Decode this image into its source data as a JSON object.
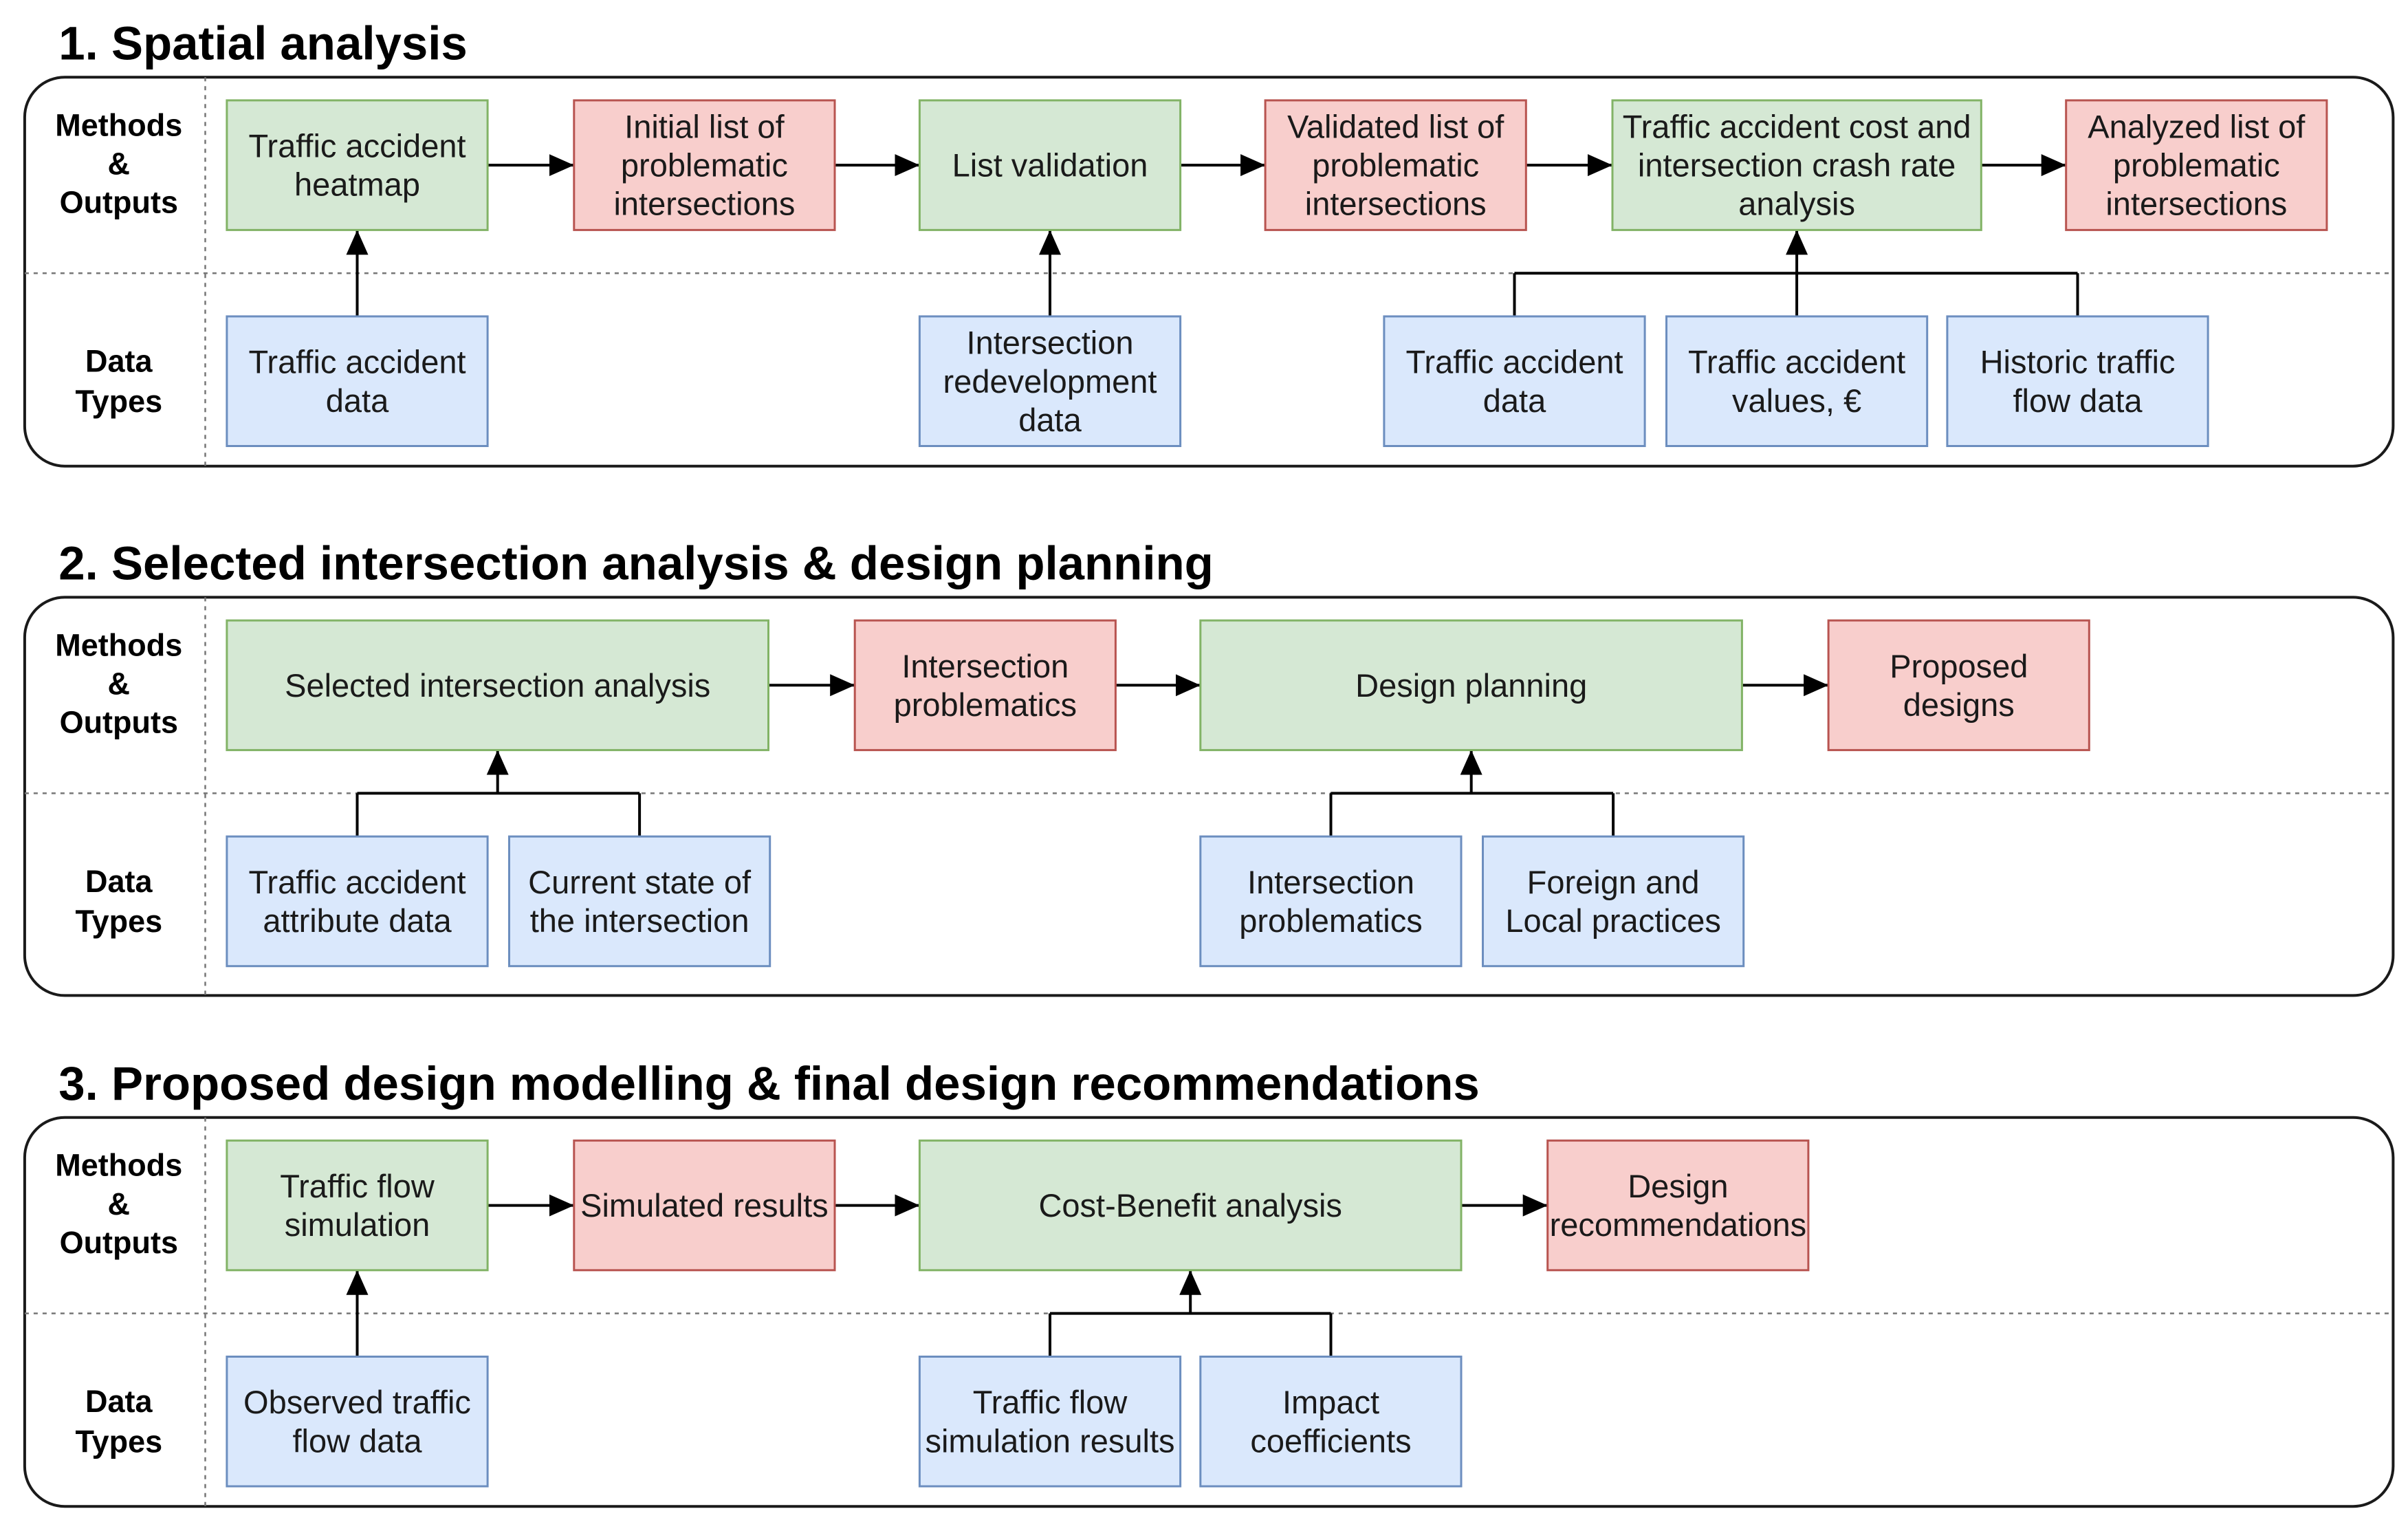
{
  "colors": {
    "method_fill": "#d5e8d4",
    "output_fill": "#f8cecc",
    "data_fill": "#dae8fc",
    "panel_border": "#1a1a1a"
  },
  "lane_labels": {
    "methods": [
      "Methods",
      "&",
      "Outputs"
    ],
    "data": [
      "Data",
      "Types"
    ]
  },
  "sections": [
    {
      "title": "1. Spatial analysis",
      "nodes": [
        {
          "id": "s1-heatmap",
          "kind": "method",
          "lines": [
            "Traffic accident",
            "heatmap"
          ]
        },
        {
          "id": "s1-initial-list",
          "kind": "output",
          "lines": [
            "Initial list of",
            "problematic",
            "intersections"
          ]
        },
        {
          "id": "s1-validation",
          "kind": "method",
          "lines": [
            "List validation"
          ]
        },
        {
          "id": "s1-validated-list",
          "kind": "output",
          "lines": [
            "Validated list of",
            "problematic",
            "intersections"
          ]
        },
        {
          "id": "s1-cost-analysis",
          "kind": "method",
          "lines": [
            "Traffic accident cost and",
            "intersection crash rate",
            "analysis"
          ]
        },
        {
          "id": "s1-analyzed-list",
          "kind": "output",
          "lines": [
            "Analyzed list of",
            "problematic",
            "intersections"
          ]
        },
        {
          "id": "s1-accident-data",
          "kind": "data",
          "lines": [
            "Traffic accident",
            "data"
          ]
        },
        {
          "id": "s1-redevelopment",
          "kind": "data",
          "lines": [
            "Intersection",
            "redevelopment",
            "data"
          ]
        },
        {
          "id": "s1-accident-data-2",
          "kind": "data",
          "lines": [
            "Traffic accident",
            "data"
          ]
        },
        {
          "id": "s1-accident-values",
          "kind": "data",
          "lines": [
            "Traffic accident",
            "values, €"
          ]
        },
        {
          "id": "s1-historic-flow",
          "kind": "data",
          "lines": [
            "Historic traffic",
            "flow data"
          ]
        }
      ],
      "edges": [
        [
          "s1-heatmap",
          "s1-initial-list"
        ],
        [
          "s1-initial-list",
          "s1-validation"
        ],
        [
          "s1-validation",
          "s1-validated-list"
        ],
        [
          "s1-validated-list",
          "s1-cost-analysis"
        ],
        [
          "s1-cost-analysis",
          "s1-analyzed-list"
        ],
        [
          "s1-accident-data",
          "s1-heatmap"
        ],
        [
          "s1-redevelopment",
          "s1-validation"
        ],
        [
          "s1-accident-data-2",
          "s1-cost-analysis"
        ],
        [
          "s1-accident-values",
          "s1-cost-analysis"
        ],
        [
          "s1-historic-flow",
          "s1-cost-analysis"
        ]
      ]
    },
    {
      "title": "2. Selected intersection analysis & design planning",
      "nodes": [
        {
          "id": "s2-selected-analysis",
          "kind": "method",
          "lines": [
            "Selected intersection analysis"
          ]
        },
        {
          "id": "s2-problematics",
          "kind": "output",
          "lines": [
            "Intersection",
            "problematics"
          ]
        },
        {
          "id": "s2-design-planning",
          "kind": "method",
          "lines": [
            "Design planning"
          ]
        },
        {
          "id": "s2-proposed-designs",
          "kind": "output",
          "lines": [
            "Proposed",
            "designs"
          ]
        },
        {
          "id": "s2-attribute-data",
          "kind": "data",
          "lines": [
            "Traffic accident",
            "attribute data"
          ]
        },
        {
          "id": "s2-current-state",
          "kind": "data",
          "lines": [
            "Current state of",
            "the intersection"
          ]
        },
        {
          "id": "s2-problematics-data",
          "kind": "data",
          "lines": [
            "Intersection",
            "problematics"
          ]
        },
        {
          "id": "s2-practices",
          "kind": "data",
          "lines": [
            "Foreign and",
            "Local practices"
          ]
        }
      ],
      "edges": [
        [
          "s2-selected-analysis",
          "s2-problematics"
        ],
        [
          "s2-problematics",
          "s2-design-planning"
        ],
        [
          "s2-design-planning",
          "s2-proposed-designs"
        ],
        [
          "s2-attribute-data",
          "s2-selected-analysis"
        ],
        [
          "s2-current-state",
          "s2-selected-analysis"
        ],
        [
          "s2-problematics-data",
          "s2-design-planning"
        ],
        [
          "s2-practices",
          "s2-design-planning"
        ]
      ]
    },
    {
      "title": "3. Proposed design modelling & final design recommendations",
      "nodes": [
        {
          "id": "s3-flow-simulation",
          "kind": "method",
          "lines": [
            "Traffic flow",
            "simulation"
          ]
        },
        {
          "id": "s3-simulated-results",
          "kind": "output",
          "lines": [
            "Simulated results"
          ]
        },
        {
          "id": "s3-cost-benefit",
          "kind": "method",
          "lines": [
            "Cost-Benefit analysis"
          ]
        },
        {
          "id": "s3-recommendations",
          "kind": "output",
          "lines": [
            "Design",
            "recommendations"
          ]
        },
        {
          "id": "s3-observed-flow",
          "kind": "data",
          "lines": [
            "Observed traffic",
            "flow data"
          ]
        },
        {
          "id": "s3-simulation-results",
          "kind": "data",
          "lines": [
            "Traffic flow",
            "simulation results"
          ]
        },
        {
          "id": "s3-impact-coefficients",
          "kind": "data",
          "lines": [
            "Impact",
            "coefficients"
          ]
        }
      ],
      "edges": [
        [
          "s3-flow-simulation",
          "s3-simulated-results"
        ],
        [
          "s3-simulated-results",
          "s3-cost-benefit"
        ],
        [
          "s3-cost-benefit",
          "s3-recommendations"
        ],
        [
          "s3-observed-flow",
          "s3-flow-simulation"
        ],
        [
          "s3-simulation-results",
          "s3-cost-benefit"
        ],
        [
          "s3-impact-coefficients",
          "s3-cost-benefit"
        ]
      ]
    }
  ]
}
